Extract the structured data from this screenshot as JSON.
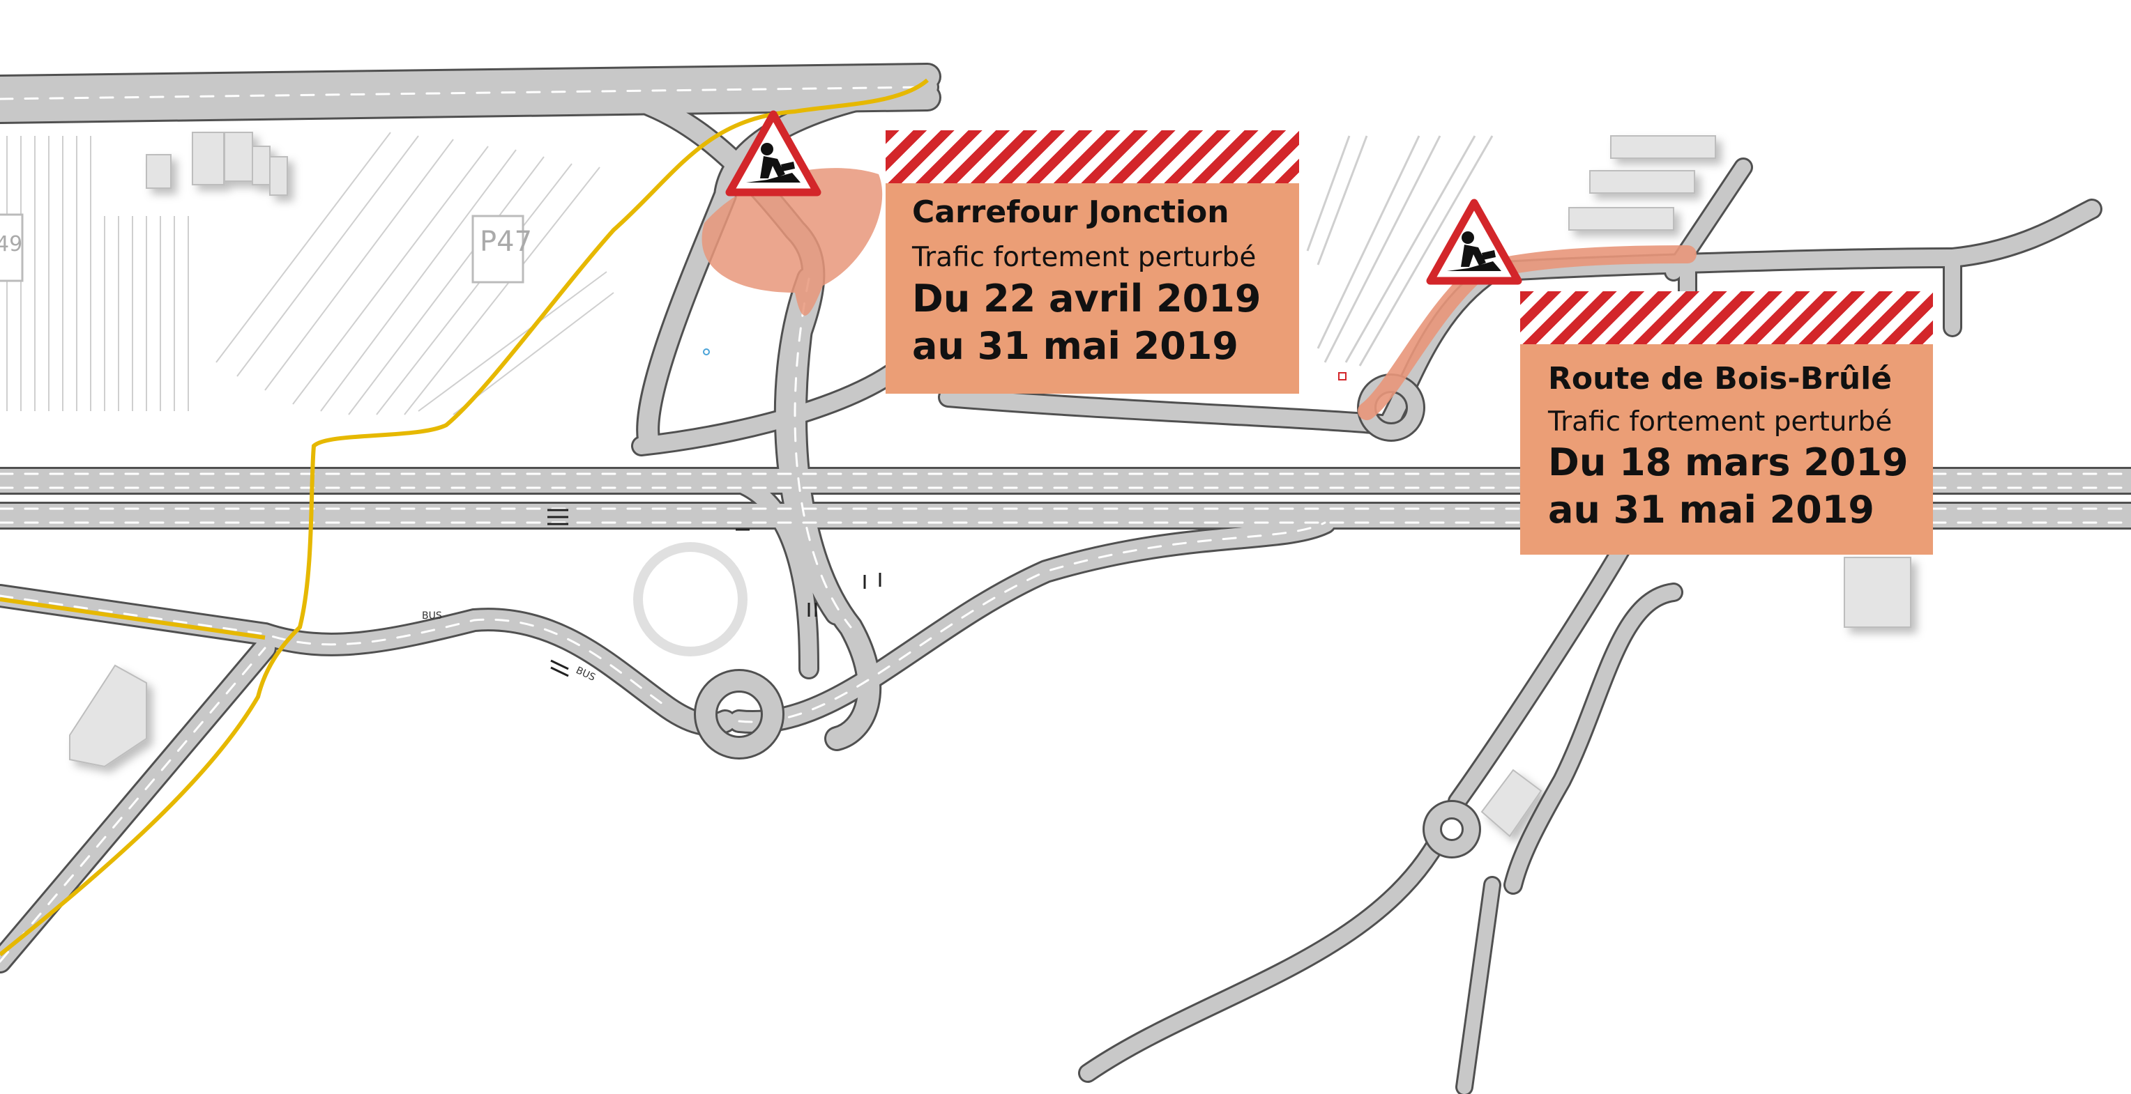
{
  "map": {
    "parking_labels": [
      "P47",
      "49"
    ],
    "road_markings": [
      "BUS",
      "BUS"
    ],
    "colors": {
      "road": "#c8c8c8",
      "road_edge": "#555555",
      "lane_dash": "#ffffff",
      "highlight": "#e8967a",
      "bus_lane": "#e6b800",
      "building": "#e4e4e4",
      "warning_red": "#d3262a"
    }
  },
  "worksites": [
    {
      "title": "Carrefour Jonction",
      "subtitle": "Trafic fortement perturbé",
      "date_line1": "Du 22 avril 2019",
      "date_line2": "au 31 mai 2019",
      "sign_icon": "roadworks-sign-icon"
    },
    {
      "title": "Route de Bois-Brûlé",
      "subtitle": "Trafic fortement perturbé",
      "date_line1": "Du 18 mars 2019",
      "date_line2": "au 31 mai 2019",
      "sign_icon": "roadworks-sign-icon"
    }
  ]
}
